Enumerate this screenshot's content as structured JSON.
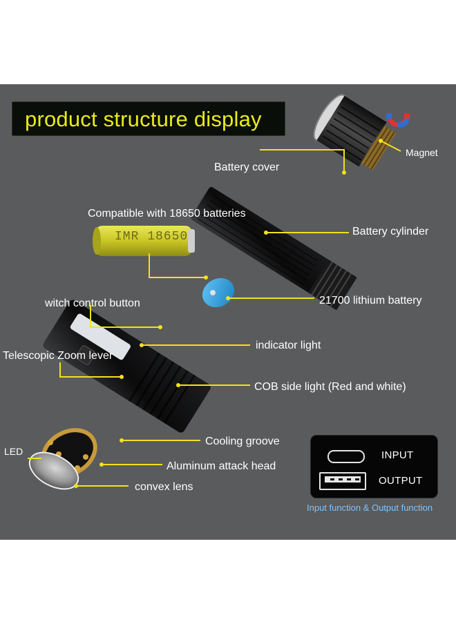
{
  "title": "product structure display",
  "callouts": {
    "magnet": "Magnet",
    "battery_cover": "Battery cover",
    "compatible": "Compatible with 18650 batteries",
    "battery_cylinder": "Battery cylinder",
    "switch_button": "witch control button",
    "lithium_battery": "21700 lithium battery",
    "indicator_light": "indicator light",
    "zoom_lever": "Telescopic Zoom lever",
    "cob_light": "COB side light (Red and white)",
    "cooling_groove": "Cooling groove",
    "led": "LED",
    "attack_head": "Aluminum attack head",
    "convex_lens": "convex lens"
  },
  "battery_print": "IMR 18650",
  "io_panel": {
    "input_label": "INPUT",
    "output_label": "OUTPUT",
    "caption": "Input function & Output function"
  },
  "colors": {
    "background": "#5a5b5d",
    "title_text": "#e8ec18",
    "callout_line": "#f2e21b",
    "caption": "#7cc4ff"
  }
}
